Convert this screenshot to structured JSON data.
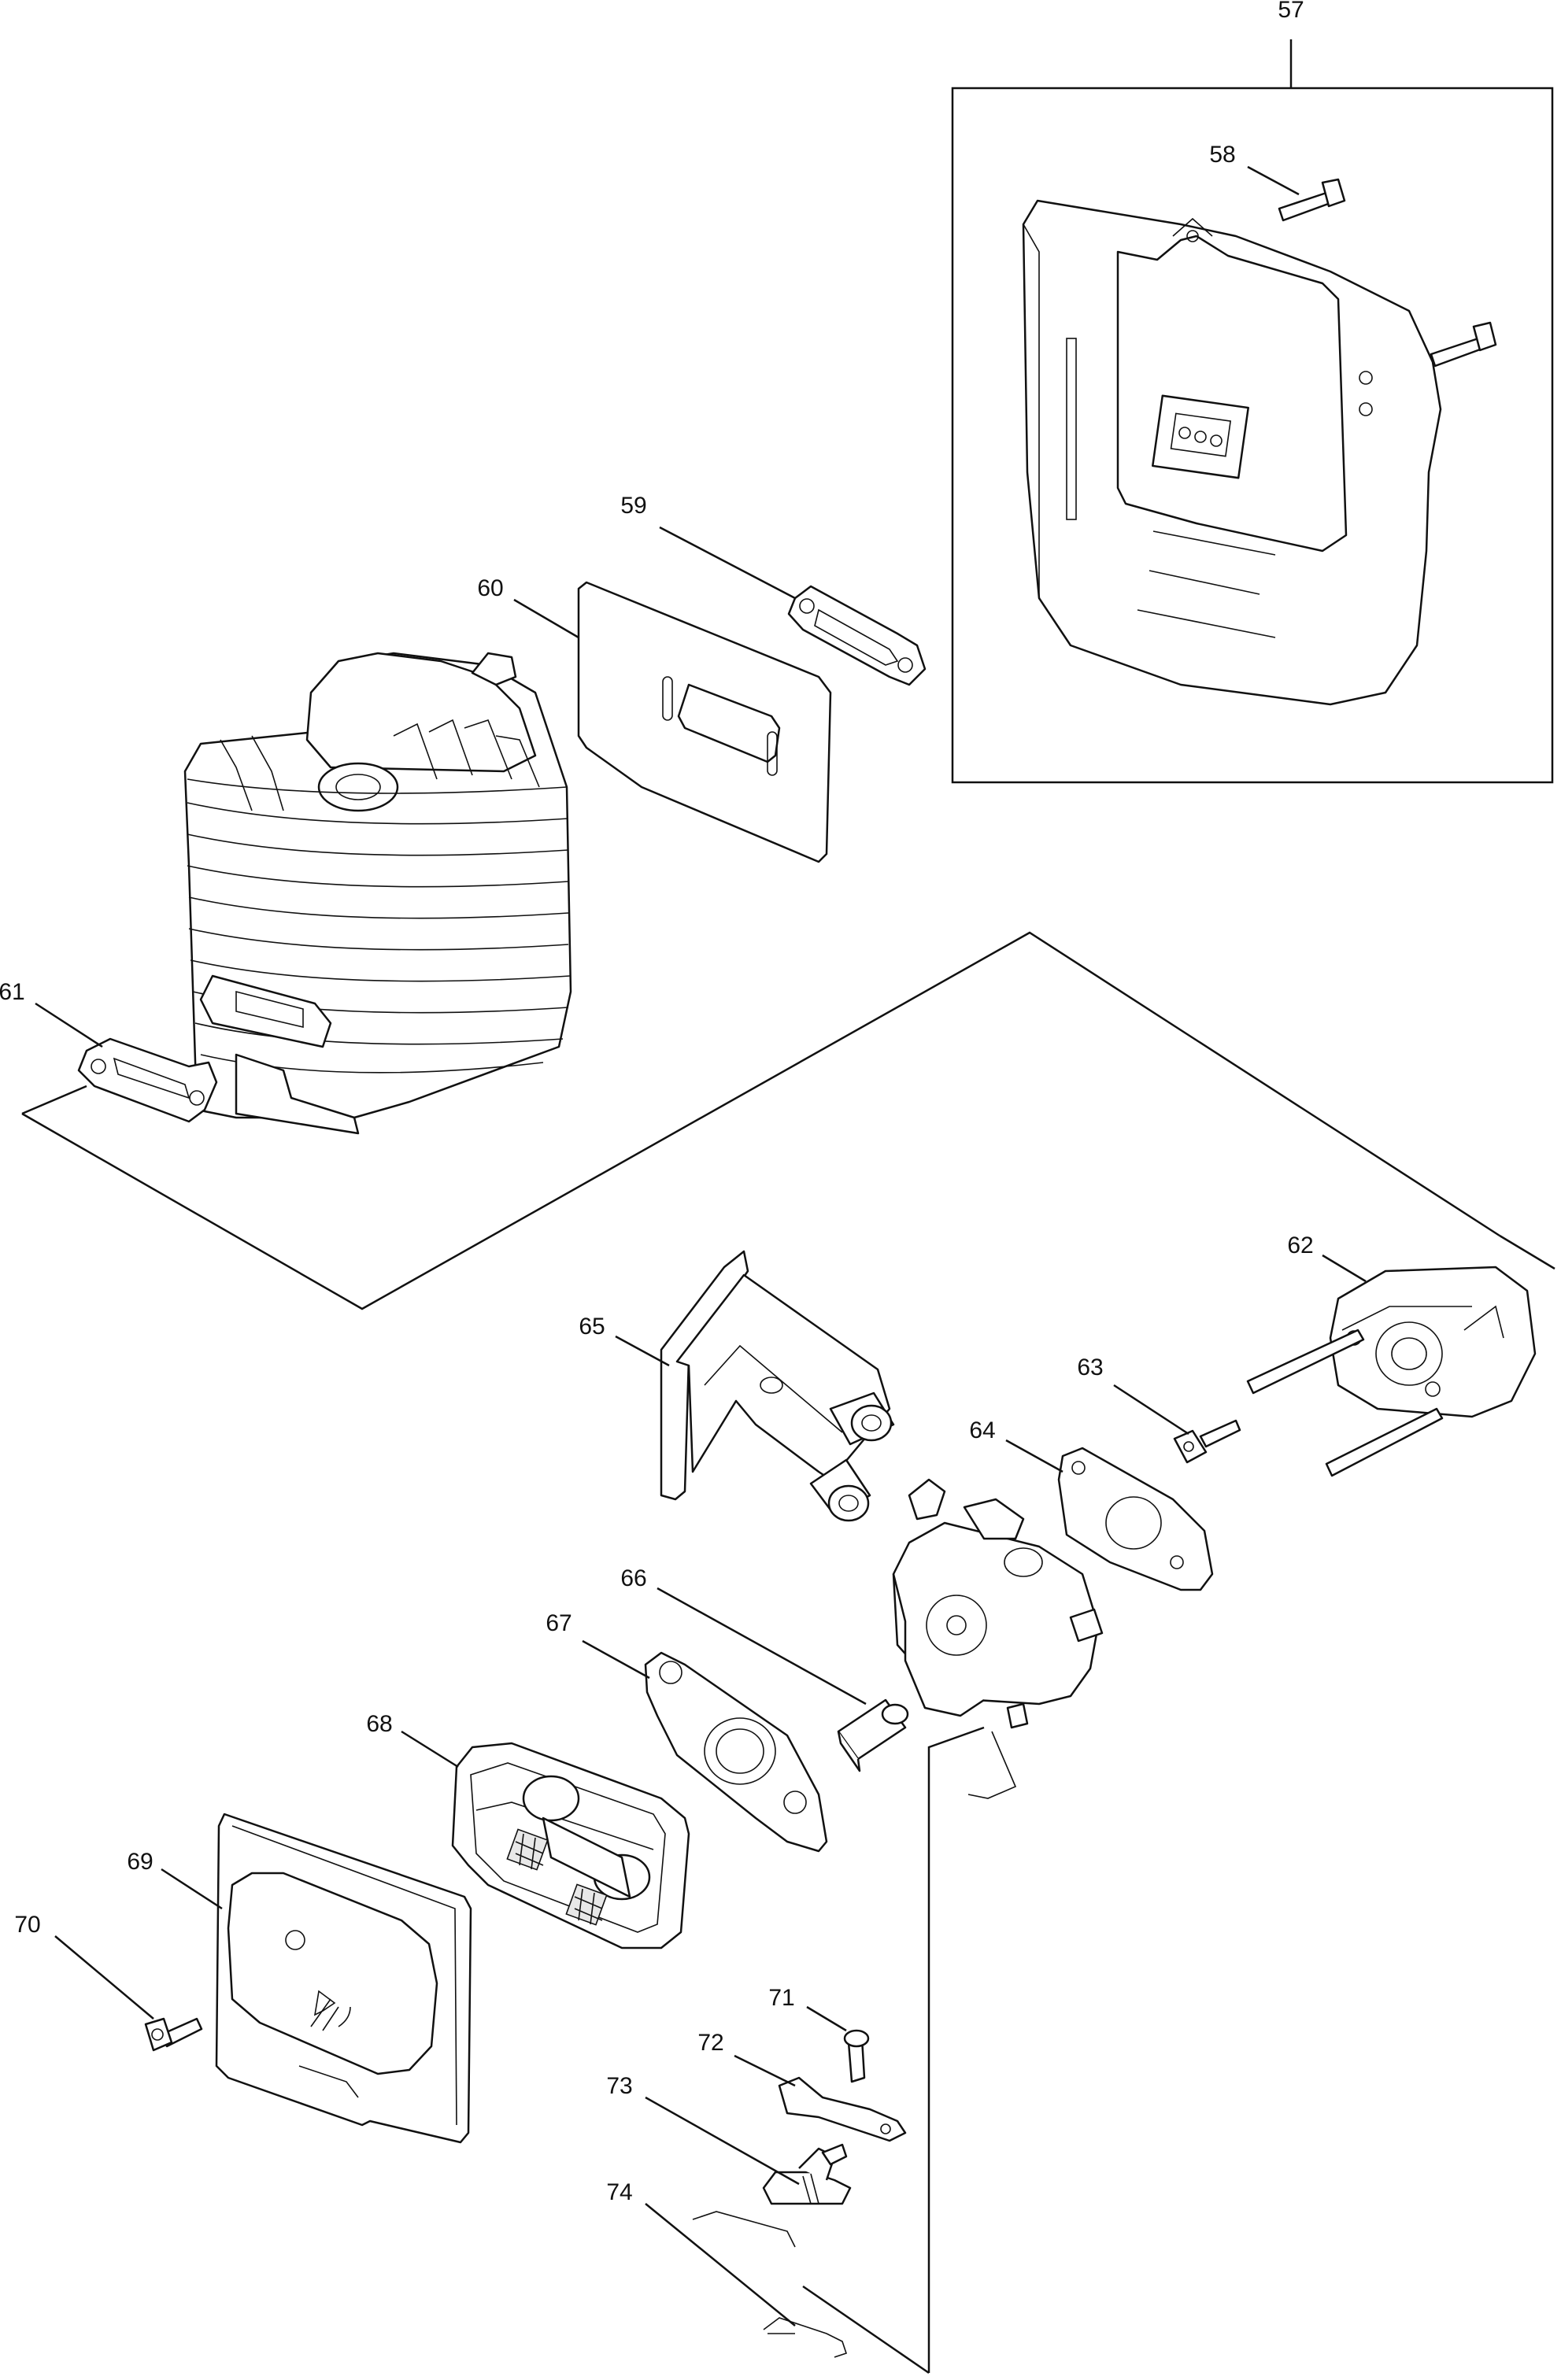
{
  "diagram": {
    "callouts": [
      {
        "id": "57",
        "label": "57"
      },
      {
        "id": "58",
        "label": "58"
      },
      {
        "id": "59",
        "label": "59"
      },
      {
        "id": "60",
        "label": "60"
      },
      {
        "id": "61",
        "label": "61"
      },
      {
        "id": "62",
        "label": "62"
      },
      {
        "id": "63",
        "label": "63"
      },
      {
        "id": "64",
        "label": "64"
      },
      {
        "id": "65",
        "label": "65"
      },
      {
        "id": "66",
        "label": "66"
      },
      {
        "id": "67",
        "label": "67"
      },
      {
        "id": "68",
        "label": "68"
      },
      {
        "id": "69",
        "label": "69"
      },
      {
        "id": "70",
        "label": "70"
      },
      {
        "id": "71",
        "label": "71"
      },
      {
        "id": "72",
        "label": "72"
      },
      {
        "id": "73",
        "label": "73"
      },
      {
        "id": "74",
        "label": "74"
      }
    ]
  }
}
